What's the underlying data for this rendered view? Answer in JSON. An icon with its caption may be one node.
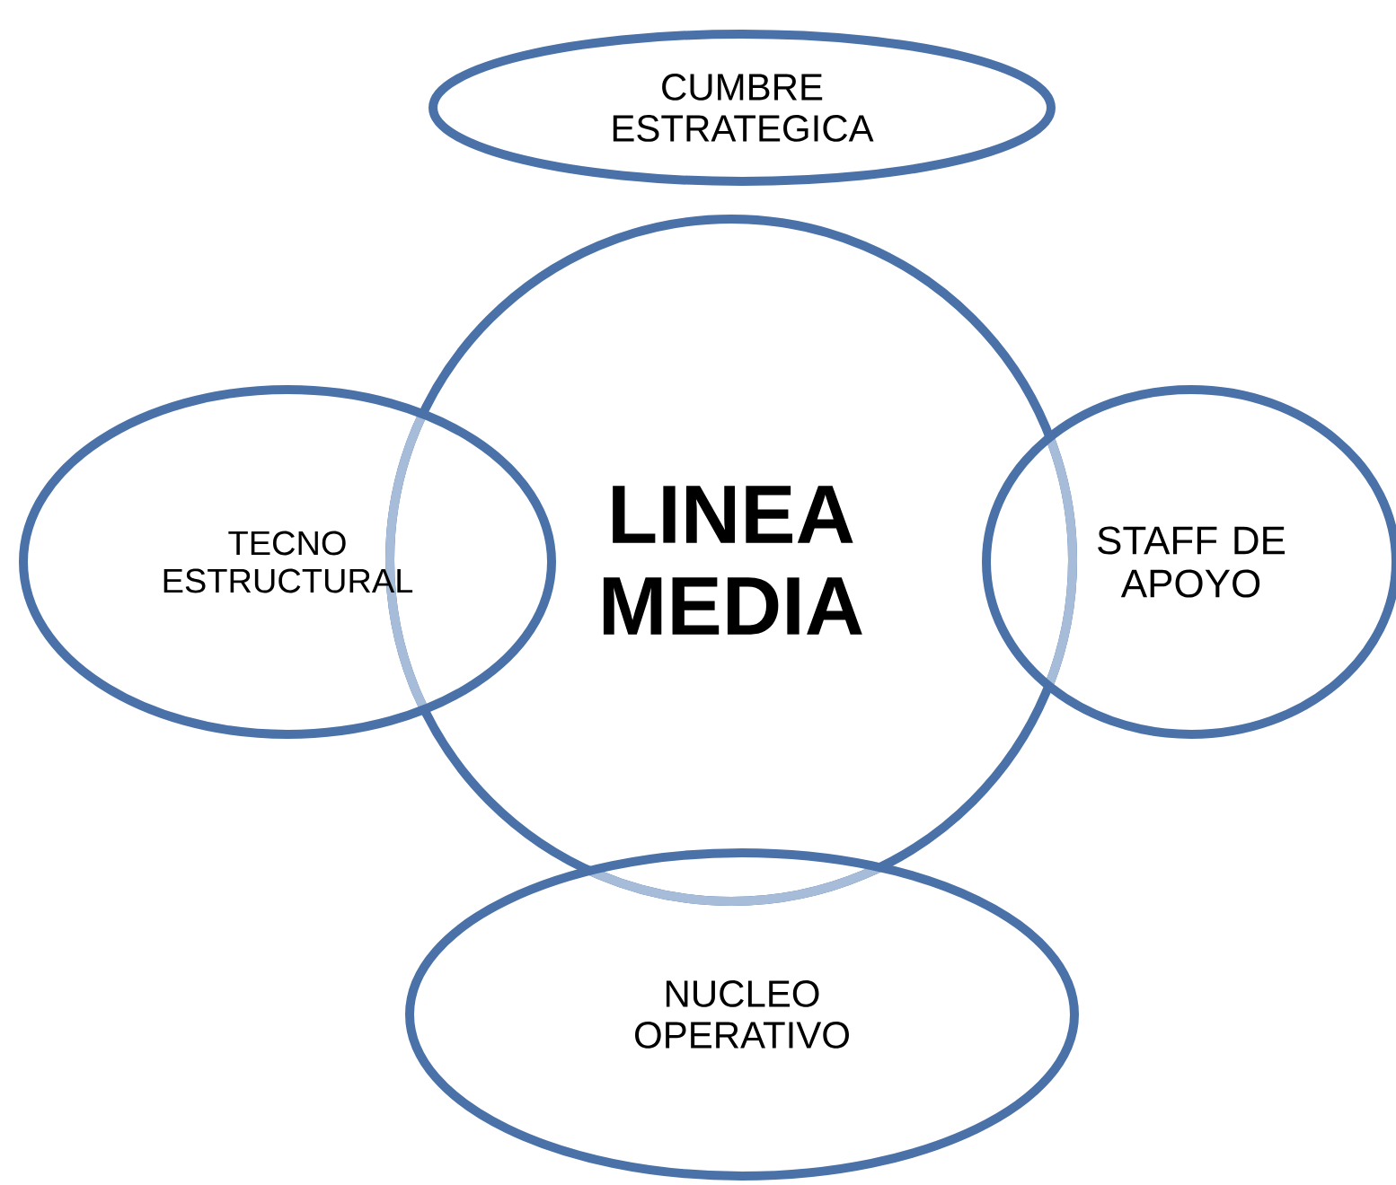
{
  "diagram": {
    "nodes": [
      {
        "text": [
          "CUMBRE ESTRATEGICA"
        ]
      },
      {
        "text": [
          "TECNO ESTRUCTURAL"
        ]
      },
      {
        "text": [
          "LINEA MEDIA"
        ]
      },
      {
        "text": [
          "STAFF DE APOYO"
        ]
      },
      {
        "text": [
          "NUCLEO OPERATIVO"
        ]
      }
    ]
  }
}
